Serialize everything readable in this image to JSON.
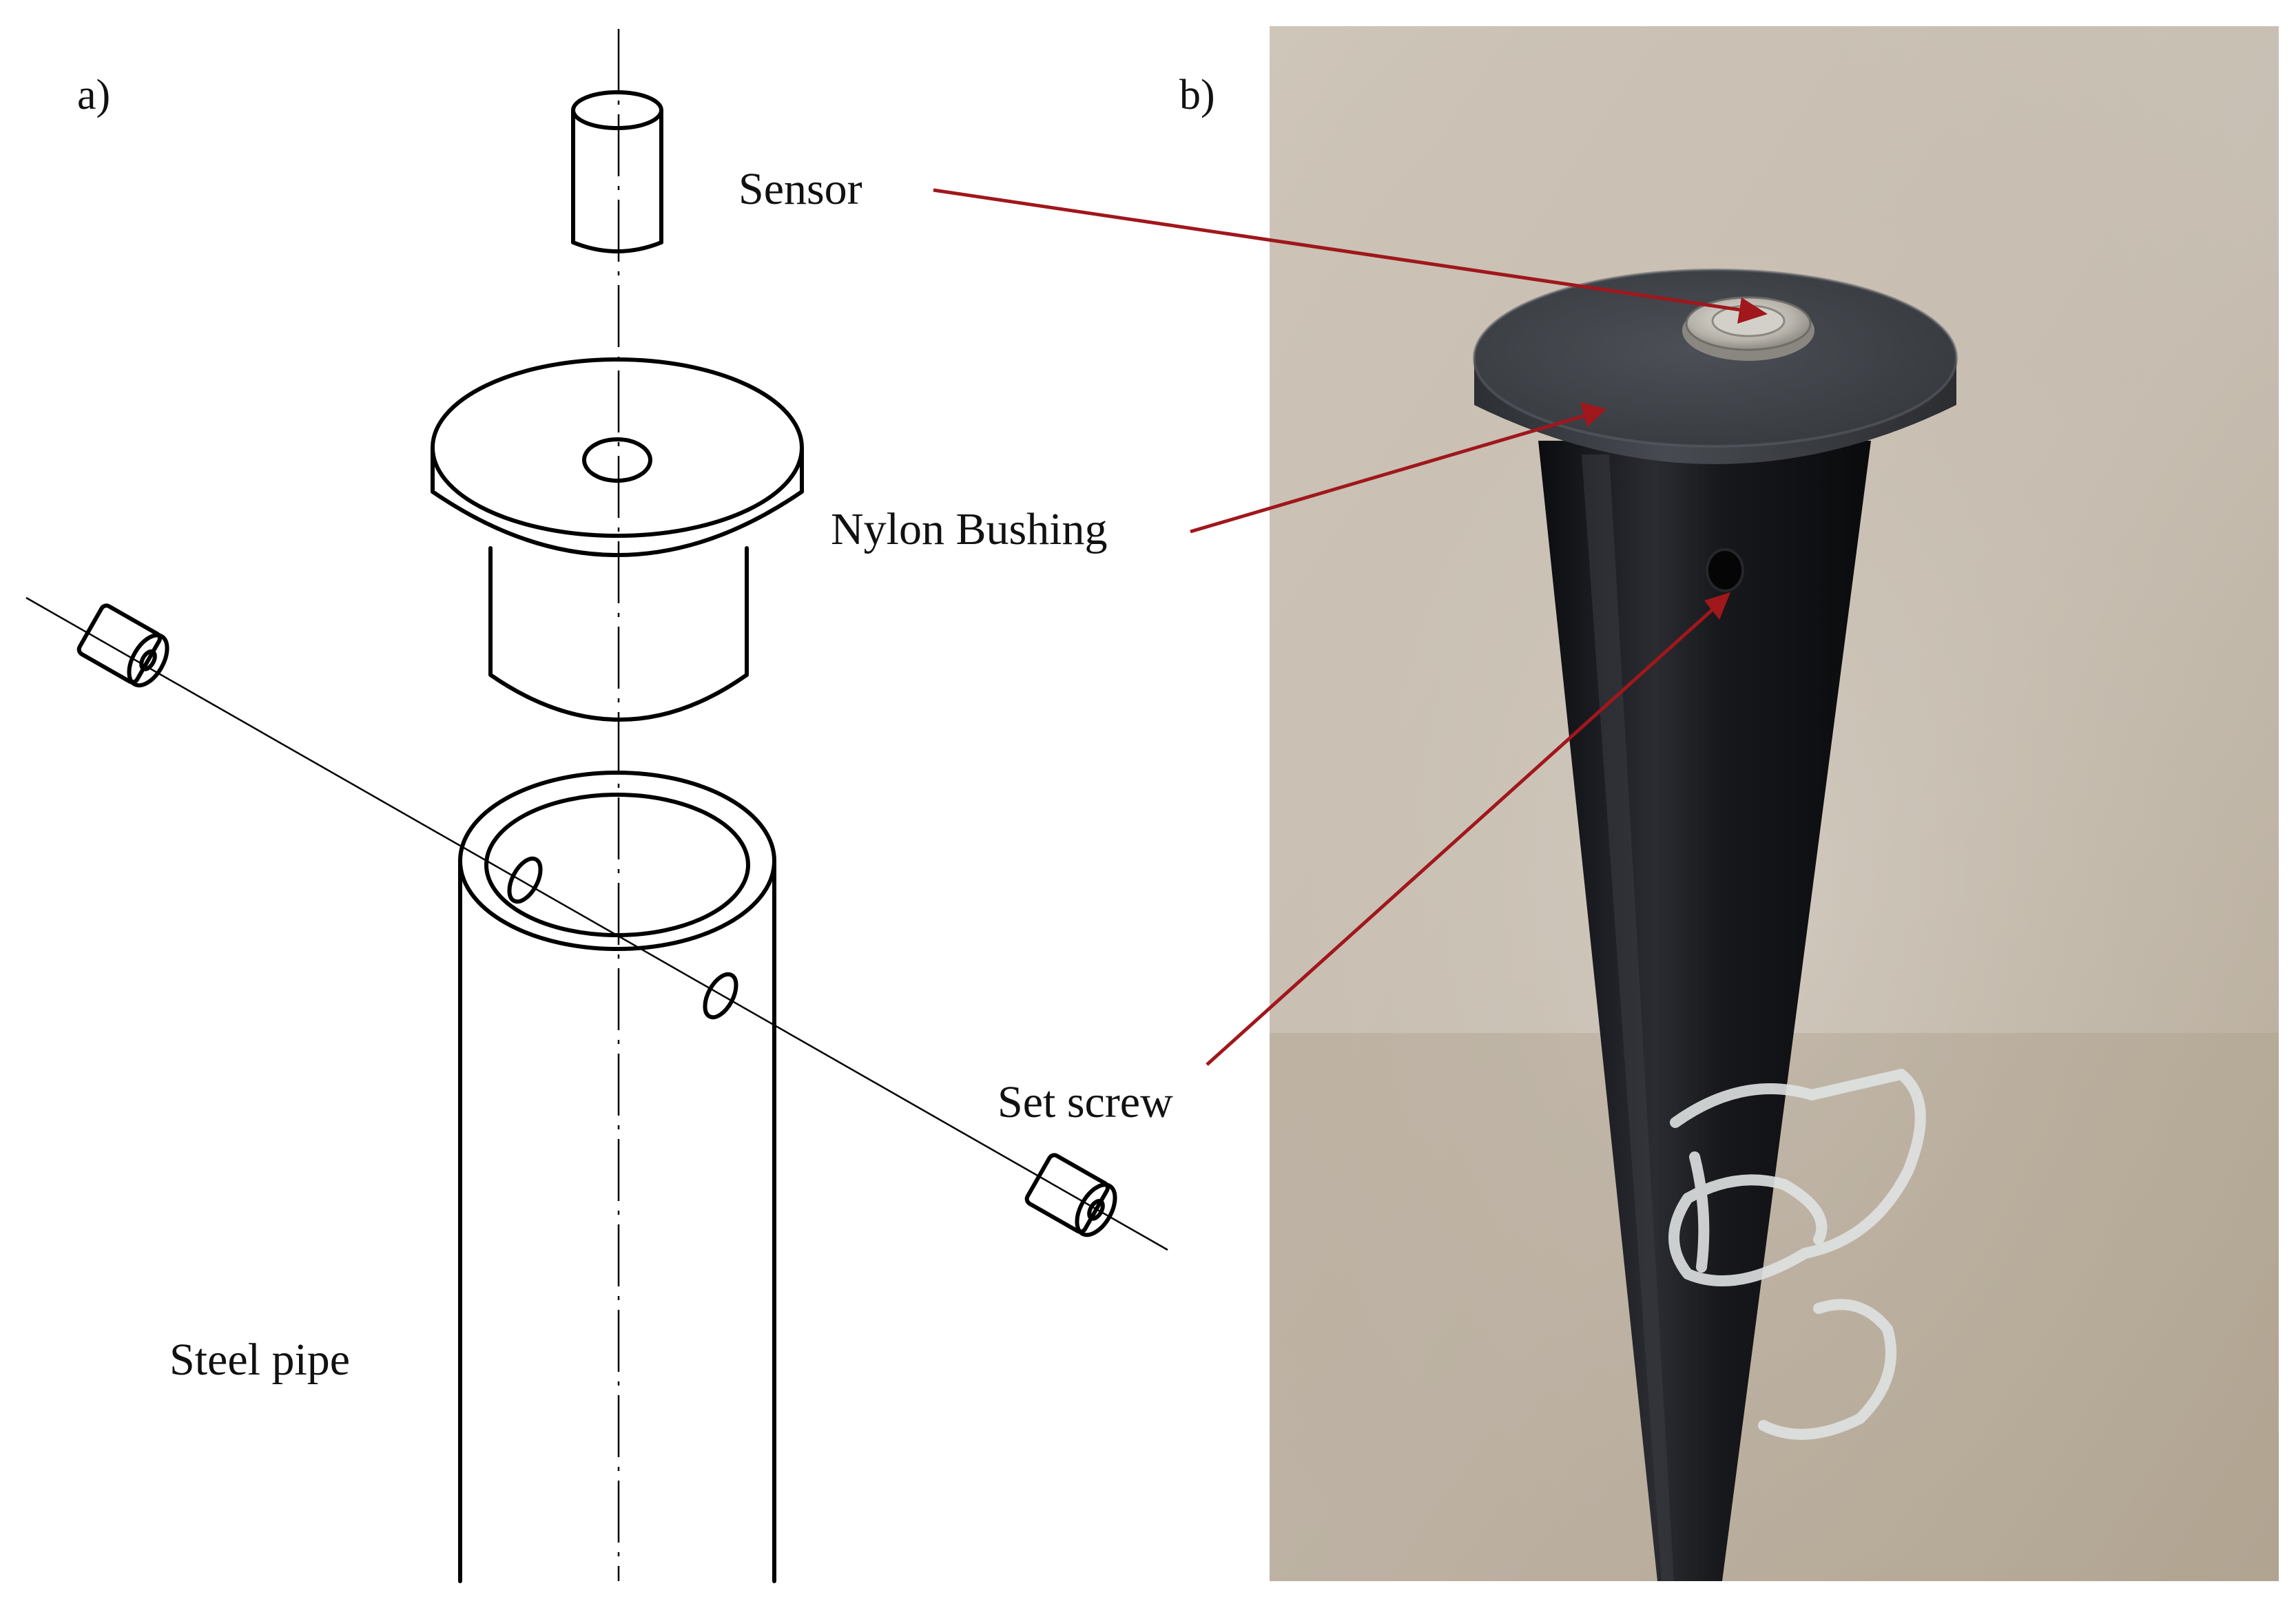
{
  "panels": {
    "a": {
      "label": "a)"
    },
    "b": {
      "label": "b)"
    }
  },
  "labels": {
    "sensor": "Sensor",
    "nylon_bushing": "Nylon Bushing",
    "set_screw": "Set screw",
    "steel_pipe": "Steel pipe"
  },
  "colors": {
    "arrow": "#a0171c",
    "line_drawing": "#000000",
    "photo_background": "#cdc3b6",
    "bushing": "#3c3f44",
    "pipe": "#141519",
    "sensor_metal": "#c9c6c0"
  }
}
